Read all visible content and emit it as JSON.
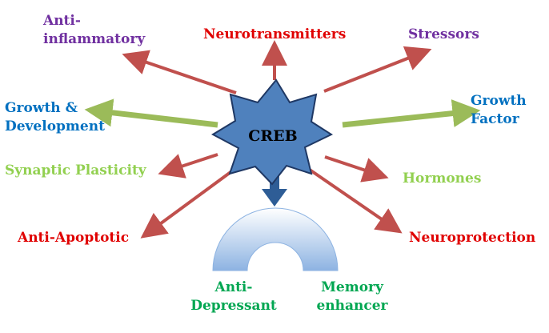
{
  "center": {
    "label": "CREB"
  },
  "colors": {
    "red_arrow": "#c0504d",
    "green_arrow": "#9bbb59",
    "blue_arrow": "#2e5d96",
    "star_fill": "#4f81bd",
    "star_stroke": "#1f3864",
    "arch_top": "#ffffff",
    "arch_bottom": "#8db3e2"
  },
  "labels": {
    "anti_inflammatory": {
      "line1": "Anti-",
      "line2": "inflammatory",
      "color": "#7030a0"
    },
    "neurotransmitters": {
      "text": "Neurotransmitters",
      "color": "#e00000"
    },
    "stressors": {
      "text": "Stressors",
      "color": "#7030a0"
    },
    "growth_development": {
      "line1": "Growth &",
      "line2": "Development",
      "color": "#0070c0"
    },
    "growth_factor": {
      "line1": "Growth",
      "line2": "Factor",
      "color": "#0070c0"
    },
    "synaptic_plasticity": {
      "text": "Synaptic Plasticity",
      "color": "#92d050"
    },
    "hormones": {
      "text": "Hormones",
      "color": "#92d050"
    },
    "anti_apoptotic": {
      "text": "Anti-Apoptotic",
      "color": "#e00000"
    },
    "neuroprotection": {
      "text": "Neuroprotection",
      "color": "#e00000"
    },
    "anti_depressant": {
      "line1": "Anti-",
      "line2": "Depressant",
      "color": "#00a651"
    },
    "memory_enhancer": {
      "line1": "Memory",
      "line2": "enhancer",
      "color": "#00a651"
    }
  }
}
